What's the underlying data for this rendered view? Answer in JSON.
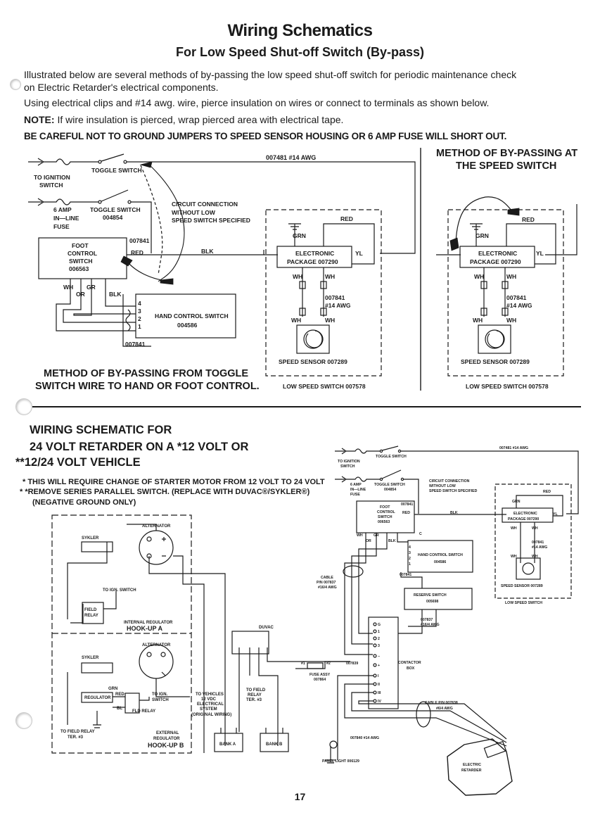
{
  "header": {
    "title": "Wiring Schematics",
    "subtitle": "For Low Speed Shut-off Switch (By-pass)"
  },
  "intro": {
    "line1": "Illustrated below are several methods of by-passing the low speed shut-off switch for periodic maintenance check",
    "line2": "on Electric Retarder's electrical components.",
    "line3": "Using electrical clips and #14 awg. wire, pierce insulation on wires or connect to terminals as shown below.",
    "note_label": "NOTE:",
    "note_text": "If wire insulation is pierced, wrap pierced area with electrical tape.",
    "caution": "BE CAREFUL NOT TO GROUND JUMPERS TO SPEED SENSOR HOUSING OR 6 AMP FUSE WILL SHORT OUT."
  },
  "diagram1": {
    "wire_label": "007481 #14 AWG",
    "ignition": "TO IGNITION",
    "ignition2": "SWITCH",
    "toggle_switch": "TOGGLE SWITCH",
    "fuse_line1": "6 AMP",
    "fuse_line2": "IN—LINE",
    "fuse_line3": "FUSE",
    "toggle_switch2": "TOGGLE SWITCH",
    "toggle_part": "004854",
    "circuit1": "CIRCUIT CONNECTION",
    "circuit2": "WITHOUT LOW",
    "circuit3": "SPEED SWITCH SPECIFIED",
    "foot1": "FOOT",
    "foot2": "CONTROL",
    "foot3": "SWITCH",
    "foot4": "006563",
    "part_007841": "007841",
    "red": "RED",
    "blk": "BLK",
    "wh": "WH",
    "or": "OR",
    "gr": "GR",
    "blk2": "BLK",
    "hand1": "HAND CONTROL SWITCH",
    "hand2": "004586",
    "pins": [
      "4",
      "3",
      "2",
      "1"
    ],
    "bottom_part": "007841",
    "red2": "RED",
    "grn": "GRN",
    "pkg1": "ELECTRONIC",
    "pkg2": "PACKAGE 007290",
    "yl": "YL",
    "wh_a": "WH",
    "wh_b": "WH",
    "wire_part": "007841",
    "wire_awg": "#14 AWG",
    "wh_c": "WH",
    "wh_d": "WH",
    "sensor": "SPEED SENSOR 007289",
    "lss": "LOW SPEED SWITCH 007578",
    "caption1": "METHOD OF BY-PASSING FROM TOGGLE",
    "caption2": "SWITCH WIRE TO HAND OR FOOT CONTROL."
  },
  "diagram2": {
    "title1": "METHOD OF BY-PASSING AT",
    "title2": "THE SPEED SWITCH",
    "red": "RED",
    "grn": "GRN",
    "pkg1": "ELECTRONIC",
    "pkg2": "PACKAGE 007290",
    "yl": "YL",
    "wh_a": "WH",
    "wh_b": "WH",
    "wire_part": "007841",
    "wire_awg": "#14 AWG",
    "wh_c": "WH",
    "wh_d": "WH",
    "sensor": "SPEED SENSOR 007289",
    "lss": "LOW SPEED SWITCH 007578"
  },
  "section2": {
    "head1": "WIRING SCHEMATIC FOR",
    "head2": "24 VOLT RETARDER ON A *12 VOLT OR",
    "head3": "**12/24 VOLT VEHICLE",
    "note1": "* THIS WILL REQUIRE CHANGE OF STARTER MOTOR FROM 12 VOLT TO 24 VOLT",
    "note2": "* *REMOVE SERIES PARALLEL SWITCH. (REPLACE WITH DUVAC®/SYKLER®)",
    "note3": "(NEGATIVE GROUND ONLY)"
  },
  "diagram3": {
    "alternator": "ALTERNATOR",
    "sykler": "SYKLER",
    "to_ign": "TO IGN. SWITCH",
    "field_relay1": "FIELD",
    "field_relay2": "RELAY",
    "internal1": "INTERNAL REGULATOR",
    "internal2": "HOOK-UP A",
    "duvac": "DUVAC",
    "alternator2": "ALTERNATOR",
    "sykler2": "SYKLER",
    "grn": "GRN",
    "red": "RED",
    "regulator": "REGULATOR",
    "bl": "BL",
    "to_ign2a": "TO IGN.",
    "to_ign2b": "SWITCH",
    "fld_relay": "FLD RELAY",
    "to_field1": "TO FIELD RELAY",
    "to_field2": "TER. #3",
    "vehicles1": "TO VEHICLES",
    "vehicles2": "12 VDC",
    "vehicles3": "ELECTRICAL",
    "vehicles4": "SYSTEM",
    "vehicles5": "(ORIGINAL WIRING)",
    "to_field3a": "TO FIELD",
    "to_field3b": "RELAY",
    "to_field3c": "TER. #3",
    "external1": "EXTERNAL",
    "external2": "REGULATOR",
    "external3": "HOOK-UP B",
    "bank_a": "BANK A",
    "bank_b": "BANK B"
  },
  "diagram4": {
    "wire_label": "007481 #14 AWG",
    "toggle": "TOGGLE SWITCH",
    "ign1": "TO IGNITION",
    "ign2": "SWITCH",
    "fuse1": "6 AMP",
    "fuse2": "IN—LINE",
    "fuse3": "FUSE",
    "toggle2": "TOGGLE SWITCH",
    "toggle_part": "004854",
    "circuit1": "CIRCUIT CONNECTION",
    "circuit2": "WITHOUT LOW",
    "circuit3": "SPEED SWITCH SPECIFIED",
    "foot1": "FOOT",
    "foot2": "CONTROL",
    "foot3": "SWITCH",
    "foot4": "006563",
    "p007841": "007841",
    "red": "RED",
    "blk": "BLK",
    "red2": "RED",
    "grn": "GRN",
    "pkg1": "ELECTRONIC",
    "pkg2": "PACKAGE 007290",
    "yl": "YL",
    "wh": "WH",
    "gr": "GR",
    "or": "OR",
    "blk2": "BLK",
    "c": "C",
    "hand1": "HAND CONTROL SWITCH",
    "hand2": "004586",
    "pins": [
      "4",
      "3",
      "2",
      "1"
    ],
    "p007841b": "007841",
    "cable1": "CABLE",
    "cable2": "P/N 007837",
    "cable3": "#16/4 AWG",
    "reserve1": "RESERVE SWITCH",
    "reserve2": "005698",
    "p007837a": "007837",
    "p007837b": "#16/4 AWG",
    "wh_a": "WH",
    "wh_b": "WH",
    "sens_part": "007841",
    "sens_awg": "#14 AWG",
    "wh_c": "WH",
    "wh_d": "WH",
    "sensor": "SPEED SENSOR 007289",
    "lss": "LOW SPEED SWITCH",
    "term_g": "G",
    "terms": [
      "1",
      "2",
      "3"
    ],
    "plus": "+",
    "minus": "−",
    "terms2": [
      "I",
      "II",
      "III",
      "IV"
    ],
    "contactor1": "CONTACTOR",
    "contactor2": "BOX",
    "fuse_n1": "#1",
    "fuse_n2": "#2",
    "fuse_p": "007839",
    "fuse_assy1": "FUSE ASSY",
    "fuse_assy2": "007864",
    "cable_b1": "CABLE P/N 007838",
    "cable_b2": "#6/4 AWG",
    "p007840": "007840 #14 AWG",
    "panel": "PANEL LIGHT 006129",
    "retarder1": "ELECTRIC",
    "retarder2": "RETARDER"
  },
  "footer": {
    "page_number": "17"
  }
}
